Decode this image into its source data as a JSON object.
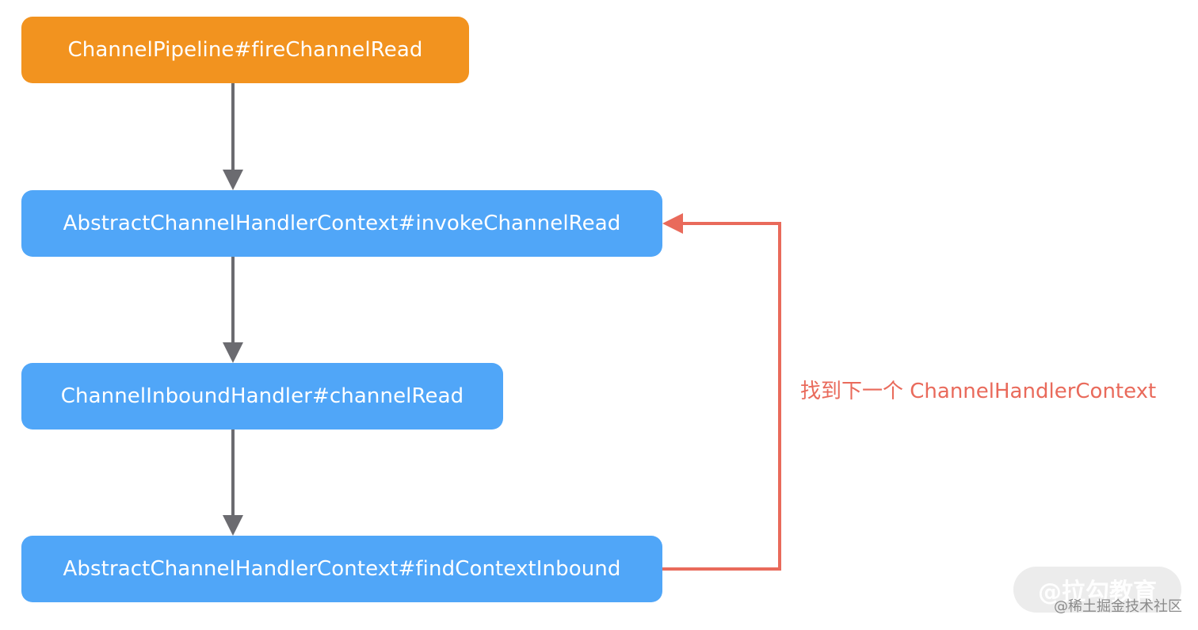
{
  "nodes": {
    "pipeline_fire": "ChannelPipeline#fireChannelRead",
    "invoke_read": "AbstractChannelHandlerContext#invokeChannelRead",
    "inbound_read": "ChannelInboundHandler#channelRead",
    "find_inbound": "AbstractChannelHandlerContext#findContextInbound"
  },
  "loop_label": "找到下一个 ChannelHandlerContext",
  "watermark": {
    "logo": "@拉勾教育",
    "credit": "@稀土掘金技术社区"
  },
  "colors": {
    "orange_node": "#f2931f",
    "blue_node": "#50a6f8",
    "arrow": "#6b6b70",
    "loop": "#e96a5b"
  }
}
